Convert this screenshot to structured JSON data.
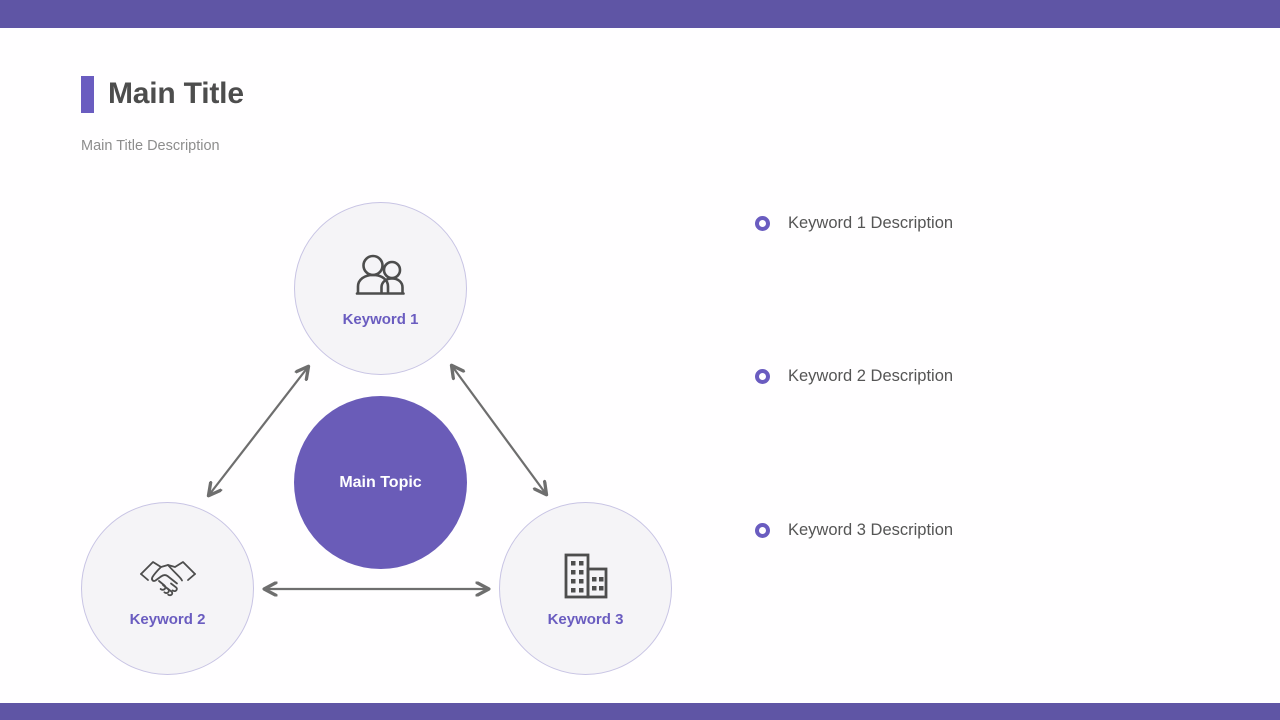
{
  "slide": {
    "background_color": "#ffffff",
    "accent_color": "#6a5cc0",
    "bar_color": "#5f55a5"
  },
  "header": {
    "title": "Main Title",
    "subtitle": "Main Title Description"
  },
  "diagram": {
    "center": {
      "label": "Main Topic",
      "fill_color": "#6a5cb8",
      "text_color": "#ffffff"
    },
    "nodes": [
      {
        "label": "Keyword 1",
        "icon": "people-icon"
      },
      {
        "label": "Keyword 2",
        "icon": "handshake-icon"
      },
      {
        "label": "Keyword 3",
        "icon": "buildings-icon"
      }
    ],
    "connectors": [
      {
        "name": "arrow-center-to-keyword-1-left",
        "style": "double-headed"
      },
      {
        "name": "arrow-center-to-keyword-1-right",
        "style": "double-headed"
      },
      {
        "name": "arrow-keyword-2-to-keyword-3",
        "style": "double-headed"
      }
    ],
    "connector_color": "#6e6e6e"
  },
  "bullets": [
    {
      "text": "Keyword 1 Description"
    },
    {
      "text": "Keyword 2 Description"
    },
    {
      "text": "Keyword 3 Description"
    }
  ]
}
